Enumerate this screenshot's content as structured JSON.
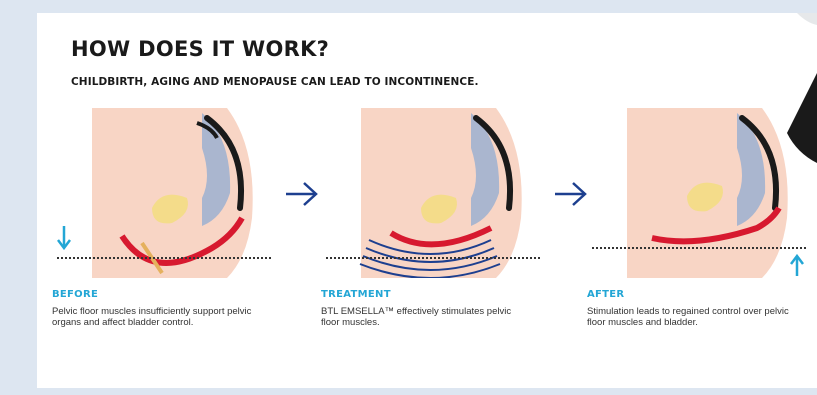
{
  "heading": "HOW DOES IT WORK?",
  "subheading": "CHILDBIRTH, AGING AND MENOPAUSE CAN LEAD TO INCONTINENCE.",
  "colors": {
    "accent": "#23a6d5",
    "muscle": "#d7192f",
    "wave": "#1d3f8f",
    "skin": "#f8d5c5",
    "bladder": "#f4dc8a",
    "spine": "#1a1a1a"
  },
  "steps": [
    {
      "title": "BEFORE",
      "body": "Pelvic floor muscles insufficiently support pelvic organs and affect bladder control.",
      "indicator": "down-arrow-icon"
    },
    {
      "title": "TREATMENT",
      "body": "BTL EMSELLA™ effectively stimulates pelvic floor muscles.",
      "indicator": "wave-icon"
    },
    {
      "title": "AFTER",
      "body": "Stimulation leads to regained control over pelvic floor muscles and bladder.",
      "indicator": "up-arrow-icon"
    }
  ]
}
